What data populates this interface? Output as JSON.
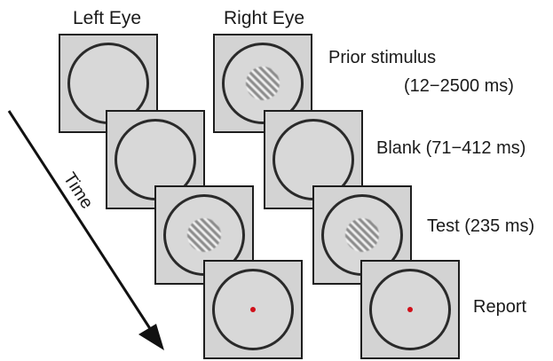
{
  "headers": {
    "left_eye": "Left Eye",
    "right_eye": "Right Eye"
  },
  "axis": {
    "time_label": "Time"
  },
  "conditions": [
    {
      "label": "Prior stimulus",
      "duration": "(12−2500 ms)",
      "left": "blank",
      "right": "grating"
    },
    {
      "label": "Blank (71−412 ms)",
      "left": "blank",
      "right": "blank"
    },
    {
      "label": "Test (235 ms)",
      "left": "grating",
      "right": "grating"
    },
    {
      "label": "Report",
      "left": "fixation-dot",
      "right": "fixation-dot"
    }
  ],
  "colors": {
    "panel_fill": "#d3d3d3",
    "ring": "#2a2a2a",
    "fixation_dot": "#d0101a",
    "arrow": "#111111"
  }
}
